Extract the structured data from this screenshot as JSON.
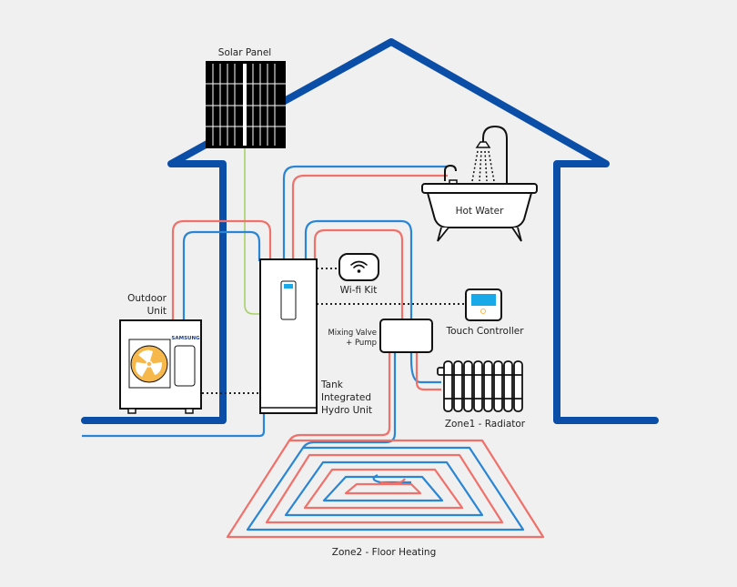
{
  "title": "Heat pump system diagram",
  "labels": {
    "solar_panel": "Solar Panel",
    "outdoor_unit_line1": "Outdoor",
    "outdoor_unit_line2": "Unit",
    "brand": "SAMSUNG",
    "wifi_kit": "Wi-fi Kit",
    "touch_controller": "Touch Controller",
    "mixing_valve_line1": "Mixing Valve",
    "mixing_valve_line2": "+ Pump",
    "tank_line1": "Tank",
    "tank_line2": "Integrated",
    "tank_line3": "Hydro Unit",
    "hot_water": "Hot Water",
    "zone1": "Zone1 - Radiator",
    "zone2": "Zone2 - Floor Heating"
  },
  "colors": {
    "house": "#0b4ea8",
    "hot_pipe": "#f0706a",
    "cold_pipe": "#2a86d4",
    "solar_link": "#a8cf6a",
    "fan": "#f6b84a",
    "screen": "#1aa9e8",
    "background": "#f0f0f0"
  }
}
